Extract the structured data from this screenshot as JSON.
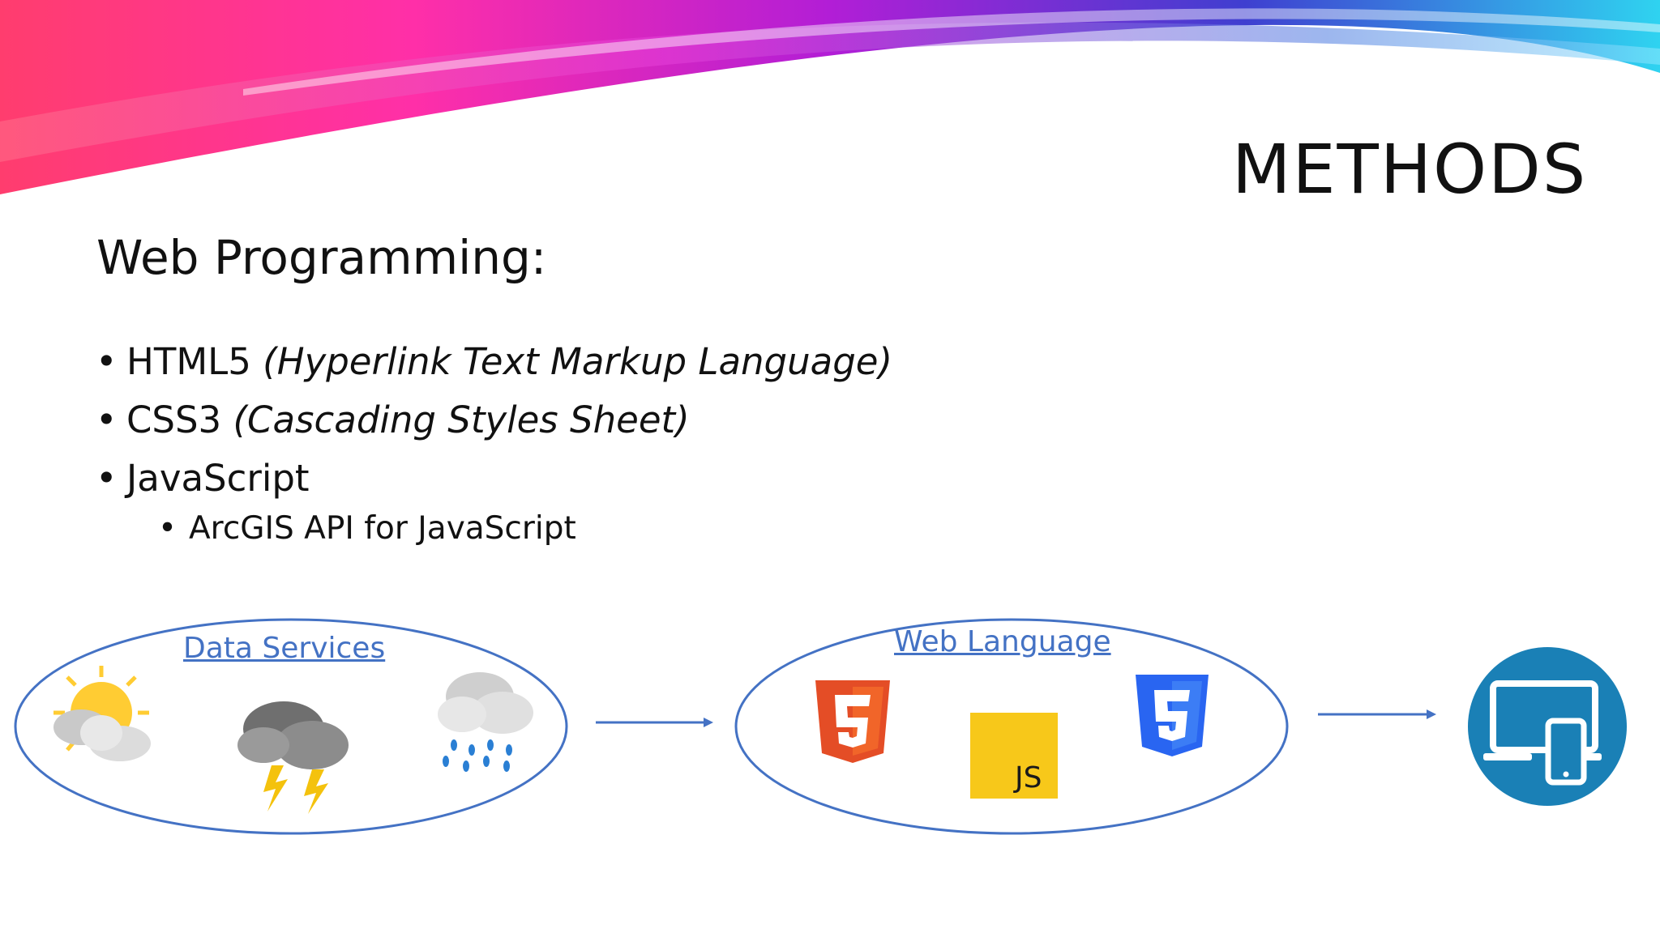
{
  "slide": {
    "title": "METHODS",
    "heading": "Web Programming:",
    "bullets": [
      {
        "name": "HTML5",
        "description": "(Hyperlink Text Markup Language)"
      },
      {
        "name": "CSS3",
        "description": "(Cascading Styles Sheet)"
      },
      {
        "name": "JavaScript",
        "description": ""
      }
    ],
    "sub_bullets": [
      "ArcGIS API for JavaScript"
    ]
  },
  "diagram": {
    "data_services_label": "Data Services",
    "web_language_label": "Web Language",
    "js_badge_text": "JS",
    "icons": {
      "data_services": [
        "sun-cloud-icon",
        "thunderstorm-icon",
        "rain-cloud-icon"
      ],
      "web_language": [
        "html5-logo-icon",
        "javascript-logo-icon",
        "css3-logo-icon"
      ],
      "output": "devices-icon"
    },
    "colors": {
      "outline": "#4472c4",
      "link": "#4472c4",
      "devices_circle": "#1a80b6",
      "js_yellow": "#f7c81a",
      "html_orange": "#e44d26",
      "css_blue": "#2965f1"
    }
  }
}
